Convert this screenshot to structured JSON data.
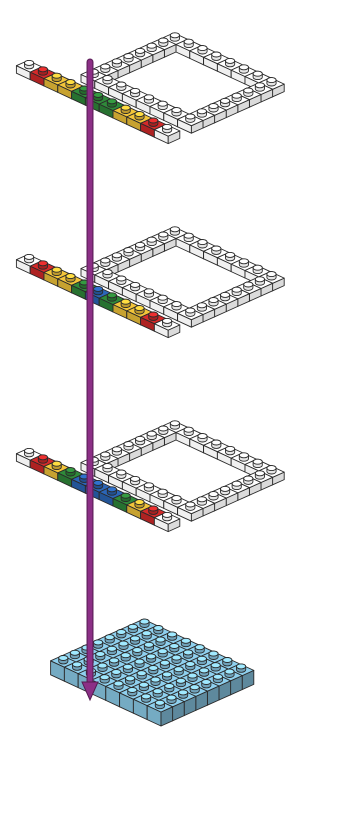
{
  "diagram": {
    "kind": "exploded-assembly-instruction",
    "layer_count": 3,
    "colors": {
      "outline": "#2a2a2a",
      "white": "#ffffff",
      "red": "#d42a2a",
      "yellow": "#f3c53a",
      "green": "#2f8a3a",
      "blue": "#2b66b8",
      "base": "#8fd0ee",
      "arrow": "#8c2f86"
    },
    "layers": [
      {
        "bar_sequence": [
          "white",
          "red",
          "yellow",
          "yellow",
          "green",
          "green",
          "green",
          "yellow",
          "yellow",
          "red",
          "white"
        ]
      },
      {
        "bar_sequence": [
          "white",
          "red",
          "yellow",
          "yellow",
          "green",
          "blue",
          "green",
          "yellow",
          "yellow",
          "red",
          "white"
        ]
      },
      {
        "bar_sequence": [
          "white",
          "red",
          "yellow",
          "green",
          "blue",
          "blue",
          "blue",
          "green",
          "yellow",
          "red",
          "white"
        ]
      }
    ],
    "base_plate": {
      "color": "base",
      "studs_grid": "8x8"
    },
    "arrow": {
      "direction": "down",
      "color": "arrow"
    }
  }
}
